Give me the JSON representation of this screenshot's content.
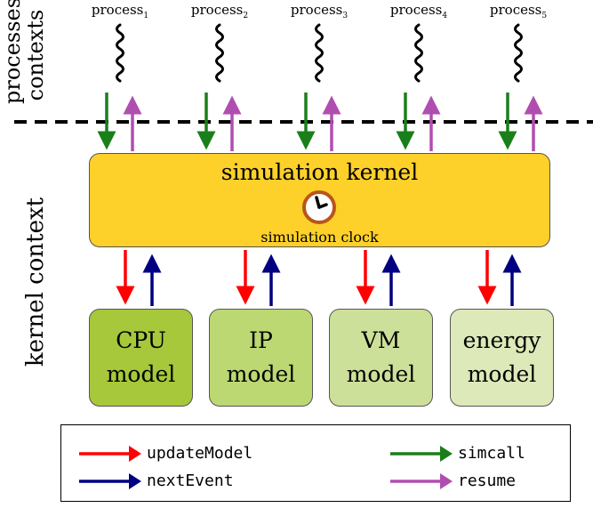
{
  "side_labels": {
    "processes_contexts_line1": "processes",
    "processes_contexts_line2": "contexts",
    "kernel_context": "kernel context"
  },
  "processes": [
    {
      "name": "process",
      "index": "1"
    },
    {
      "name": "process",
      "index": "2"
    },
    {
      "name": "process",
      "index": "3"
    },
    {
      "name": "process",
      "index": "4"
    },
    {
      "name": "process",
      "index": "5"
    }
  ],
  "kernel": {
    "title": "simulation kernel",
    "clock_label": "simulation clock"
  },
  "models": [
    {
      "line1": "CPU",
      "line2": "model",
      "color": "#a6c83a"
    },
    {
      "line1": "IP",
      "line2": "model",
      "color": "#bcd873"
    },
    {
      "line1": "VM",
      "line2": "model",
      "color": "#cde09a"
    },
    {
      "line1": "energy",
      "line2": "model",
      "color": "#dde9b9"
    }
  ],
  "legend": {
    "updateModel": {
      "label": "updateModel",
      "color": "#ff0000"
    },
    "nextEvent": {
      "label": "nextEvent",
      "color": "#000080"
    },
    "simcall": {
      "label": "simcall",
      "color": "#1a7f1a"
    },
    "resume": {
      "label": "resume",
      "color": "#b04eb0"
    }
  },
  "colors": {
    "kernel_fill": "#fdd02a",
    "clock_ring": "#b8561b",
    "dashed_line": "#000000"
  }
}
